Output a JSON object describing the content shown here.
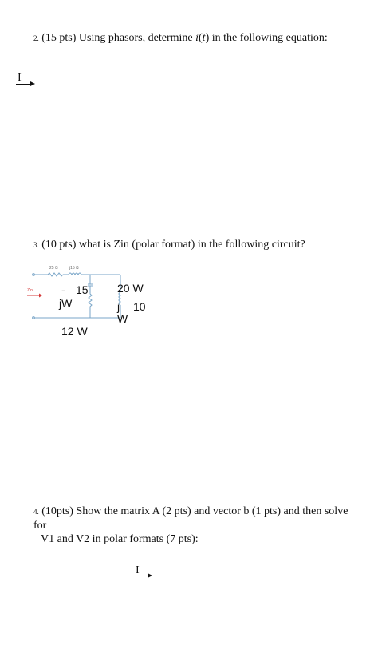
{
  "q2": {
    "number": "2.",
    "text_before": " (15 pts) Using phasors, determine ",
    "var_i": "i",
    "paren_open": "(",
    "var_t": "t",
    "paren_close": ")",
    "text_after": " in the following equation:",
    "current_label": "I"
  },
  "q3": {
    "number": "3.",
    "text": " (10 pts) what is Zin (polar format)  in the following circuit?",
    "circuit": {
      "r_top_label": "25 Ω",
      "x_top_label": "j15 Ω",
      "zin_label": "Zin",
      "left_minus": "-",
      "left_15": "15",
      "left_jw": "jW",
      "right_20w": "20 W",
      "right_j": "j",
      "right_10": "10",
      "right_w": "W",
      "bottom_12w": "12 W"
    }
  },
  "q4": {
    "number": "4.",
    "line1": " (10pts) Show the matrix A (2 pts) and vector b (1 pts) and then solve for",
    "line2": "V1 and V2 in polar formats (7 pts):",
    "current_label": "I"
  },
  "colors": {
    "wire": "#7aa6c8",
    "arrow_red": "#d43a3a",
    "text": "#111111"
  }
}
